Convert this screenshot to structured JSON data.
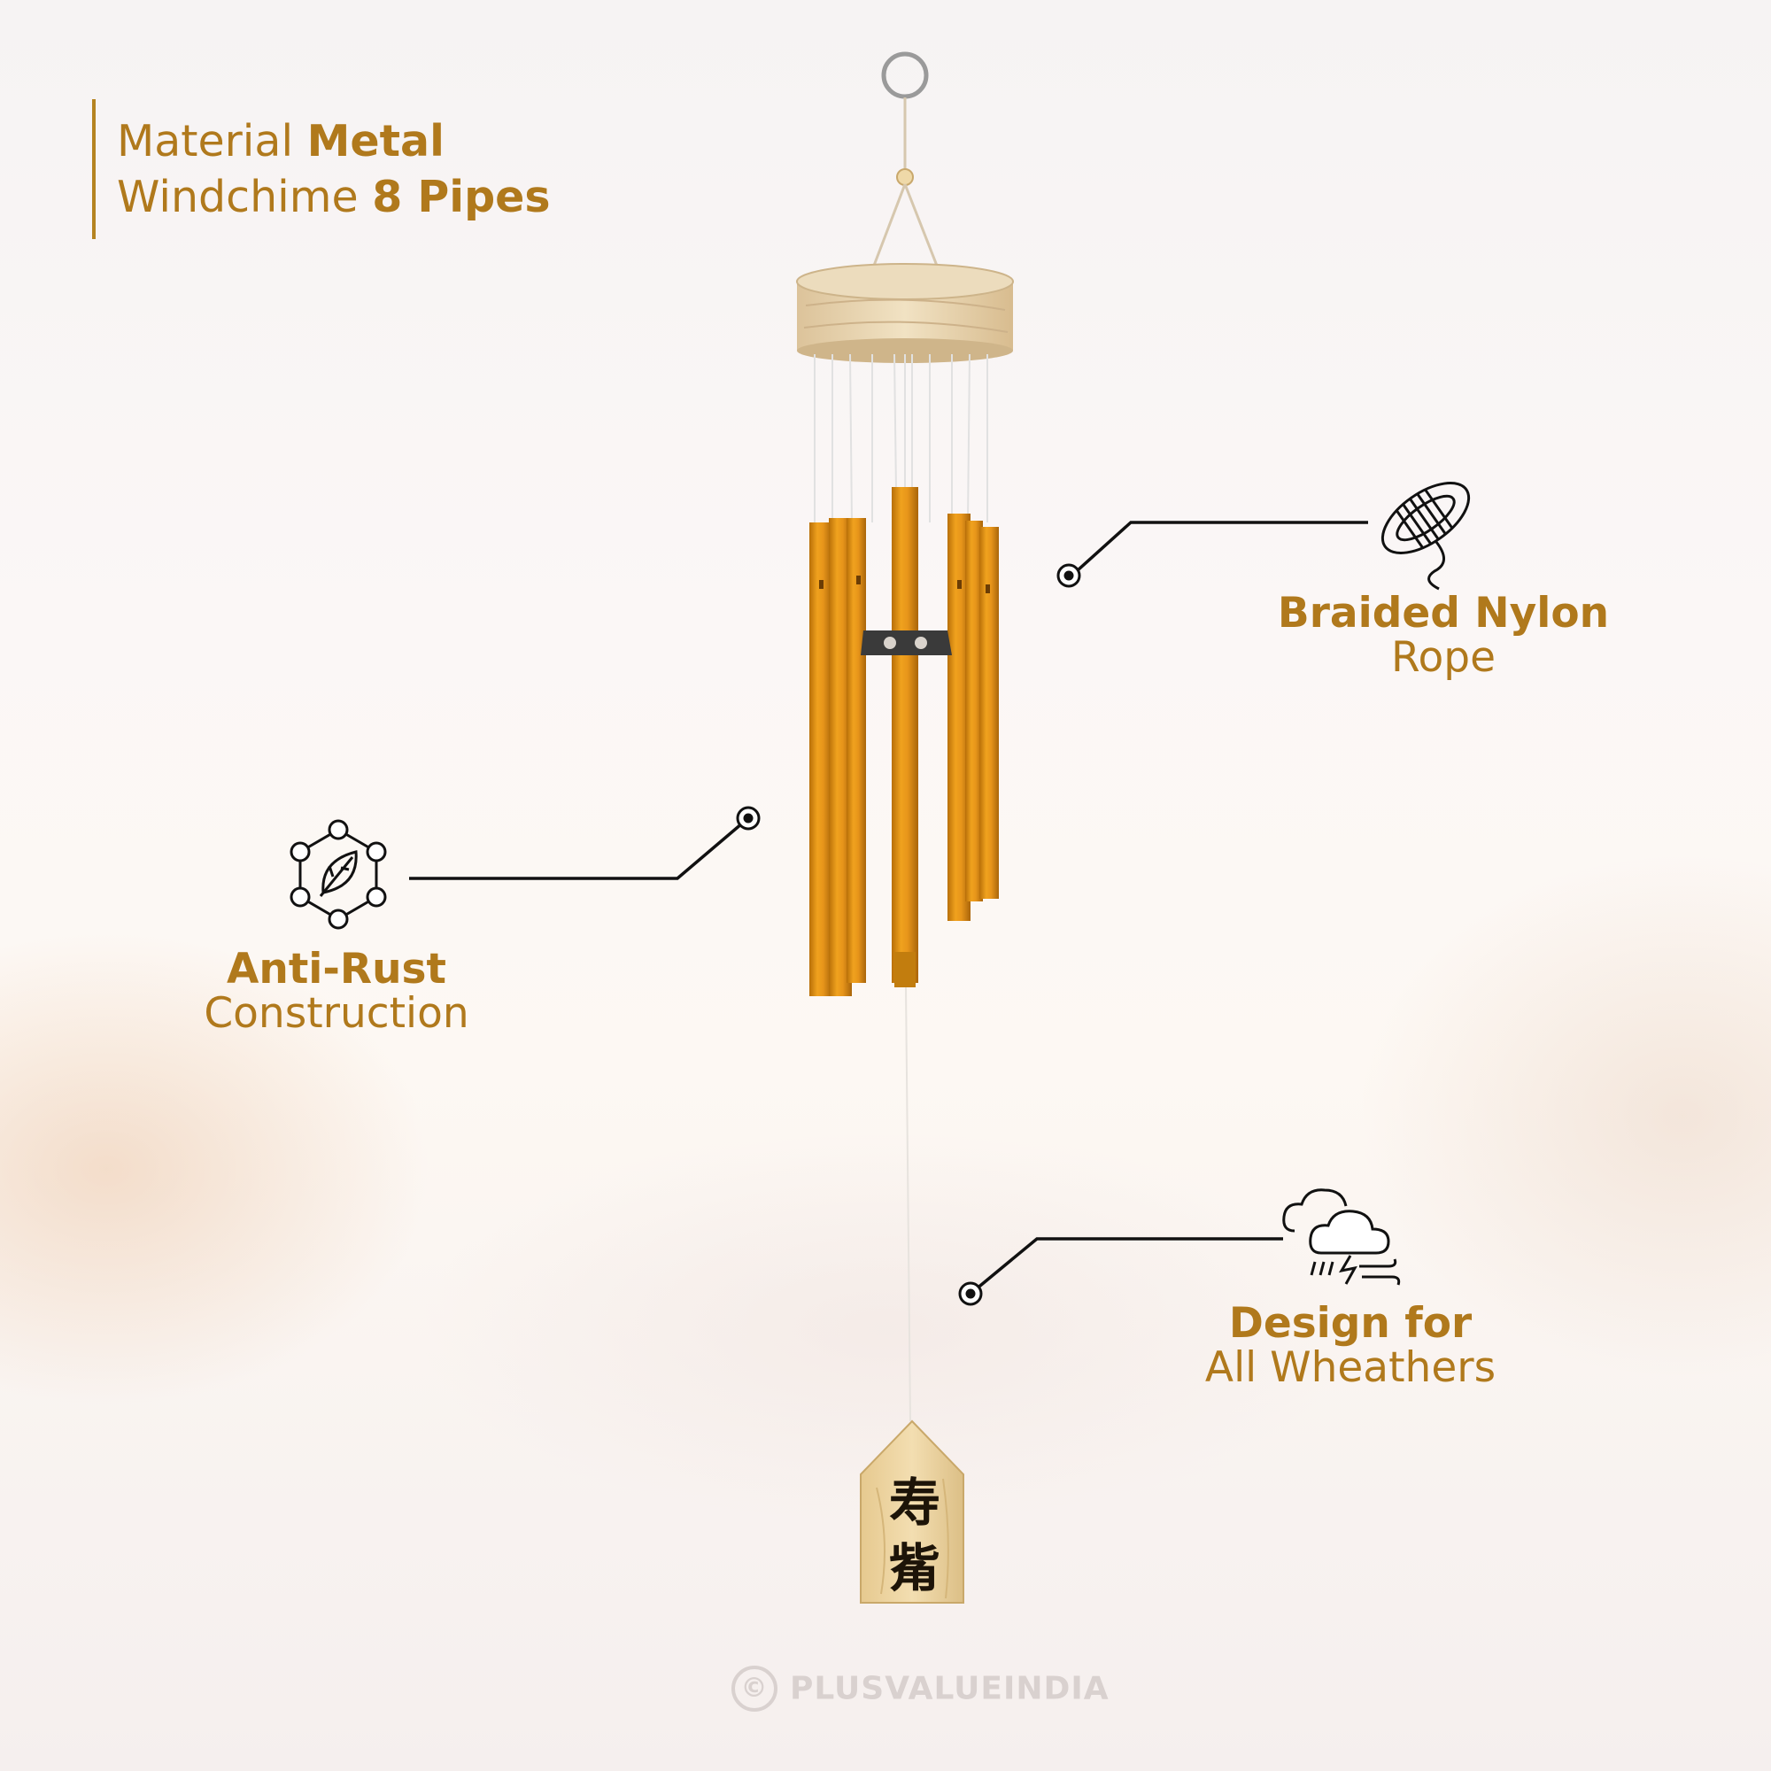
{
  "title": {
    "line1_prefix": "Material ",
    "line1_bold": "Metal",
    "line2_prefix": "Windchime ",
    "line2_bold": "8 Pipes"
  },
  "features": {
    "rope": {
      "bold": "Braided Nylon",
      "light": "Rope",
      "icon": "rope-coil-icon"
    },
    "rust": {
      "bold": "Anti-Rust",
      "light": "Construction",
      "icon": "leaf-hexagon-icon"
    },
    "weather": {
      "bold": "Design for",
      "light": "All Wheathers",
      "icon": "storm-cloud-icon"
    }
  },
  "product": {
    "name": "Metal windchime with 8 pipes",
    "pendant_characters": [
      "寿",
      "觜"
    ]
  },
  "watermark": {
    "symbol": "©",
    "text": "PLUSVALUEINDIA"
  },
  "colors": {
    "accent": "#b0791c",
    "pipe": "#d88f12",
    "wood": "#e7d2a8",
    "line": "#111111"
  }
}
